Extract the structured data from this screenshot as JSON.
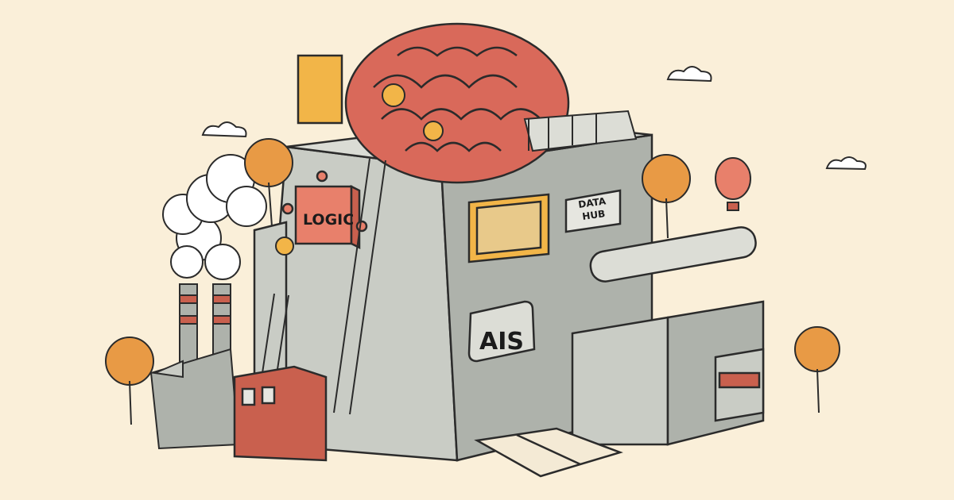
{
  "scene": {
    "title": "AI knowledge factory illustration",
    "background": "#faefd9",
    "labels": {
      "logic": "LOGIC",
      "data_hub_line1": "DATA",
      "data_hub_line2": "HUB",
      "ais": "AIS"
    },
    "colors": {
      "brain": "#d9695a",
      "building_gray": "#c9ccc5",
      "building_dark": "#aeb2ab",
      "logic_box": "#e8806b",
      "accent_yellow": "#f2b548",
      "tree_orange": "#e89a45",
      "outline": "#2b2b2b",
      "brick": "#c9604e",
      "smoke": "#ffffff"
    }
  }
}
